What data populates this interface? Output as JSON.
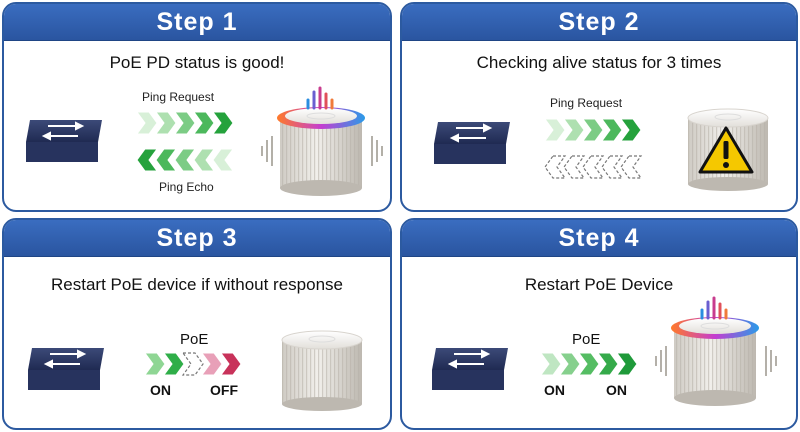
{
  "steps": [
    {
      "title": "Step 1",
      "subtitle": "PoE PD status is good!",
      "label_top": "Ping Request",
      "label_bottom": "Ping Echo"
    },
    {
      "title": "Step 2",
      "subtitle": "Checking alive status for 3 times",
      "label_top": "Ping Request"
    },
    {
      "title": "Step 3",
      "subtitle": "Restart PoE device if without response",
      "poe_label": "PoE",
      "left_state": "ON",
      "right_state": "OFF"
    },
    {
      "title": "Step 4",
      "subtitle": "Restart PoE Device",
      "poe_label": "PoE",
      "left_state": "ON",
      "right_state": "ON"
    }
  ],
  "icons": {
    "switch": "network-switch-icon",
    "device": "poe-device-icon",
    "warning": "warning-icon"
  },
  "colors": {
    "header": "#2c5aa0",
    "arrow_green": "#2bb04a",
    "arrow_red": "#c8325a",
    "warning_yellow": "#f5c800"
  }
}
